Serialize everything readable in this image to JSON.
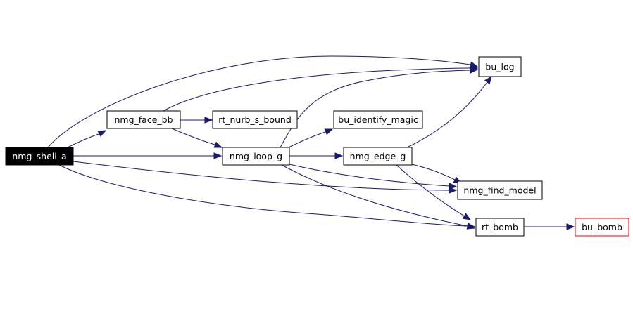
{
  "colors": {
    "edge": "#191970",
    "root_fill": "#000000",
    "root_text": "#ffffff",
    "node_border": "#000000",
    "missing_border": "#ff0000"
  },
  "nodes": [
    {
      "id": "nmg_shell_a",
      "label": "nmg_shell_a",
      "style": "root"
    },
    {
      "id": "nmg_face_bb",
      "label": "nmg_face_bb",
      "style": "normal"
    },
    {
      "id": "rt_nurb_s_bound",
      "label": "rt_nurb_s_bound",
      "style": "normal"
    },
    {
      "id": "nmg_loop_g",
      "label": "nmg_loop_g",
      "style": "normal"
    },
    {
      "id": "bu_identify_magic",
      "label": "bu_identify_magic",
      "style": "normal"
    },
    {
      "id": "nmg_edge_g",
      "label": "nmg_edge_g",
      "style": "normal"
    },
    {
      "id": "bu_log",
      "label": "bu_log",
      "style": "normal"
    },
    {
      "id": "nmg_find_model",
      "label": "nmg_find_model",
      "style": "normal"
    },
    {
      "id": "rt_bomb",
      "label": "rt_bomb",
      "style": "normal"
    },
    {
      "id": "bu_bomb",
      "label": "bu_bomb",
      "style": "missing"
    }
  ],
  "edges": [
    {
      "from": "nmg_shell_a",
      "to": "bu_log"
    },
    {
      "from": "nmg_shell_a",
      "to": "nmg_face_bb"
    },
    {
      "from": "nmg_shell_a",
      "to": "nmg_loop_g"
    },
    {
      "from": "nmg_shell_a",
      "to": "nmg_find_model"
    },
    {
      "from": "nmg_shell_a",
      "to": "rt_bomb"
    },
    {
      "from": "nmg_face_bb",
      "to": "bu_log"
    },
    {
      "from": "nmg_face_bb",
      "to": "rt_nurb_s_bound"
    },
    {
      "from": "nmg_face_bb",
      "to": "nmg_loop_g"
    },
    {
      "from": "nmg_loop_g",
      "to": "bu_log"
    },
    {
      "from": "nmg_loop_g",
      "to": "bu_identify_magic"
    },
    {
      "from": "nmg_loop_g",
      "to": "nmg_edge_g"
    },
    {
      "from": "nmg_loop_g",
      "to": "nmg_find_model"
    },
    {
      "from": "nmg_loop_g",
      "to": "rt_bomb"
    },
    {
      "from": "nmg_edge_g",
      "to": "bu_log"
    },
    {
      "from": "nmg_edge_g",
      "to": "nmg_find_model"
    },
    {
      "from": "nmg_edge_g",
      "to": "rt_bomb"
    },
    {
      "from": "rt_bomb",
      "to": "bu_bomb"
    }
  ]
}
